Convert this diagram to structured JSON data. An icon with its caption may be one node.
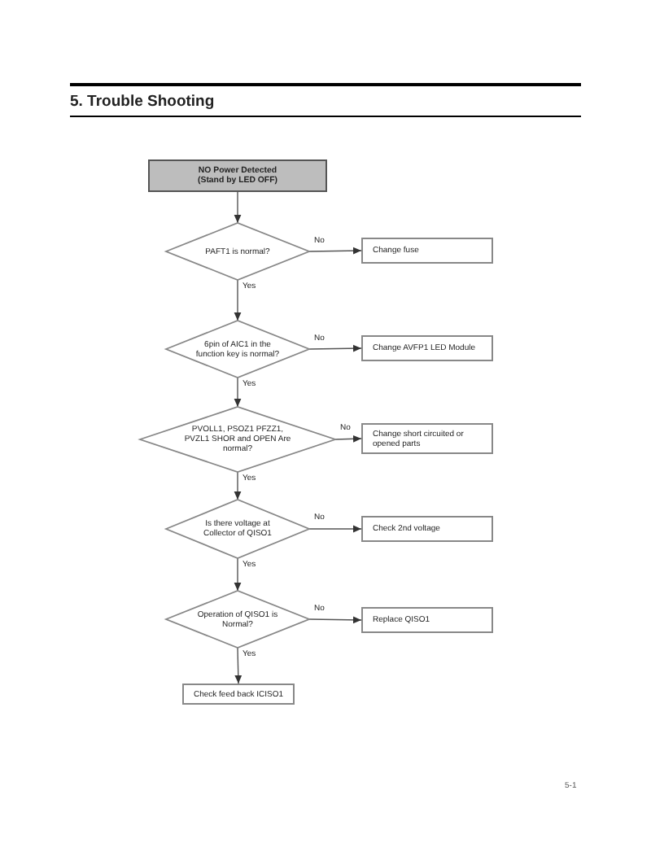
{
  "diagram": {
    "title": "5. Trouble Shooting",
    "nodes": [
      {
        "text": [
          "NO Power Detected (Stand by LED OFF)"
        ]
      },
      {
        "text": [
          "PAFT1 is normal?"
        ]
      },
      {
        "text": [
          "Change fuse"
        ]
      },
      {
        "text": [
          "6pin of AIC1 in the function key is normal?"
        ]
      },
      {
        "text": [
          "Change AVFP1 LED Module"
        ]
      },
      {
        "text": [
          "PVOLL1, PSOZ1 PFZZ1, PVZL1 SHOR and OPEN Are normal?"
        ]
      },
      {
        "text": [
          "Change short circuited or opened parts"
        ]
      },
      {
        "text": [
          "Is there voltage at Collector of QISO1"
        ]
      },
      {
        "text": [
          "Check 2nd voltage"
        ]
      },
      {
        "text": [
          "Operation of QISO1 is Normal?"
        ]
      },
      {
        "text": [
          "Replace QISO1"
        ]
      },
      {
        "text": [
          "Check feed back ICISO1"
        ]
      }
    ],
    "edges": [
      {
        "from": 0,
        "to": 1,
        "arrow": "to"
      },
      {
        "from": 1,
        "to": 2,
        "arrow": "to",
        "label": "No"
      },
      {
        "from": 1,
        "to": 3,
        "arrow": "to",
        "label": "Yes"
      },
      {
        "from": 3,
        "to": 4,
        "arrow": "to",
        "label": "No"
      },
      {
        "from": 3,
        "to": 5,
        "arrow": "to",
        "label": "Yes"
      },
      {
        "from": 5,
        "to": 6,
        "arrow": "to",
        "label": "No"
      },
      {
        "from": 5,
        "to": 7,
        "arrow": "to",
        "label": "Yes"
      },
      {
        "from": 7,
        "to": 8,
        "arrow": "to",
        "label": "No"
      },
      {
        "from": 7,
        "to": 9,
        "arrow": "to",
        "label": "Yes"
      },
      {
        "from": 9,
        "to": 10,
        "arrow": "to",
        "label": "No"
      },
      {
        "from": 9,
        "to": 11,
        "arrow": "to",
        "label": "Yes"
      }
    ],
    "labels": [
      "5-1"
    ]
  }
}
